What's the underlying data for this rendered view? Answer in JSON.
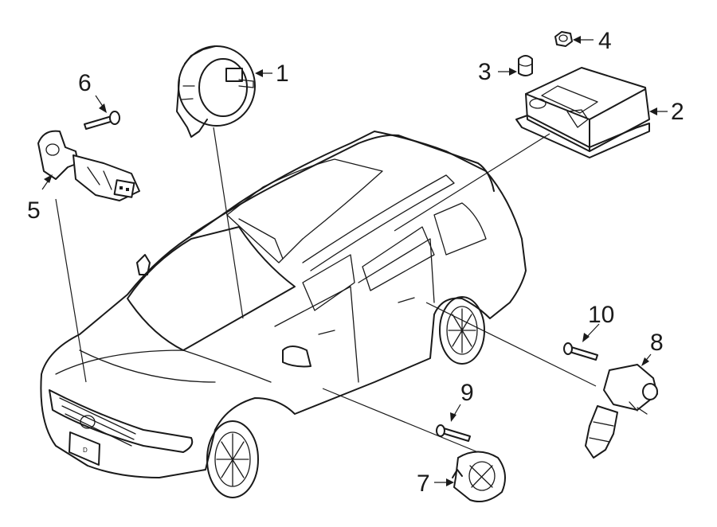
{
  "callouts": {
    "c1": "1",
    "c2": "2",
    "c3": "3",
    "c4": "4",
    "c5": "5",
    "c6": "6",
    "c7": "7",
    "c8": "8",
    "c9": "9",
    "c10": "10"
  },
  "plate_text": "D",
  "colors": {
    "ink": "#1a1a1a",
    "background": "#ffffff"
  }
}
